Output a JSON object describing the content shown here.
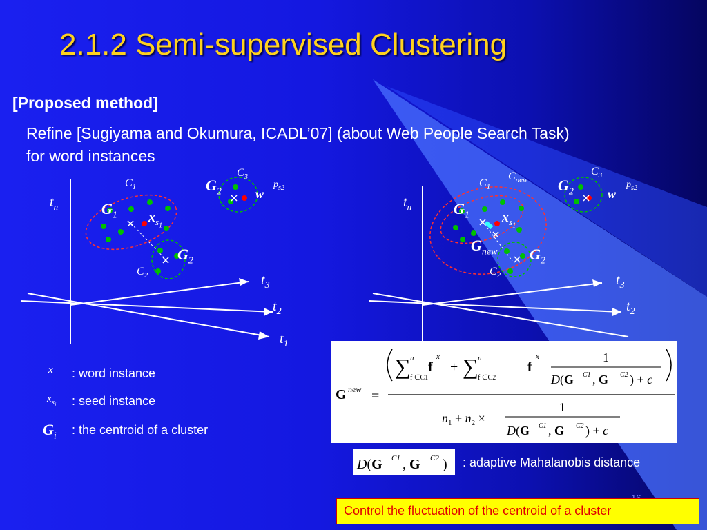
{
  "slide": {
    "title": "2.1.2 Semi-supervised Clustering",
    "section_heading": "[Proposed method]",
    "body_line_1": "Refine [Sugiyama and Okumura, ICADL’07] (about Web People Search Task)",
    "body_line_2": "for word instances",
    "page_number": "16"
  },
  "legend": [
    {
      "symbol": "x",
      "text": ": word instance"
    },
    {
      "symbol": "x s i",
      "text": ": seed instance"
    },
    {
      "symbol": "G i",
      "text": ": the centroid of a cluster"
    }
  ],
  "diagram_labels": {
    "tn": "t n",
    "t3": "t 3",
    "t2": "t 2",
    "t1": "t 1",
    "c1": "C 1",
    "c2": "C 2",
    "c3": "C 3",
    "cnew": "C new",
    "g1": "G 1",
    "g2": "G 2",
    "gnew": "G new",
    "xs1": "x s 1",
    "w": "w",
    "ps2": "p s2"
  },
  "formula": {
    "lhs": "G new =",
    "numerator": "( Σ f∈C1 f^x + Σ f∈C2 f^x · 1 / (D(G^C1, G^C2) + c) )",
    "denominator": "n1 + n2 × 1 / (D(G^C1, G^C2) + c)"
  },
  "distance": {
    "expression": "D(G^C1, G^C2)",
    "description": ": adaptive Mahalanobis distance"
  },
  "note": "Control the fluctuation of the centroid of a cluster",
  "colors": {
    "title": "#ffd21e",
    "background": "#1418e0",
    "point_green": "#00c000",
    "point_red": "#ff0000",
    "note_bg": "#ffff00",
    "note_text": "#e00000"
  }
}
